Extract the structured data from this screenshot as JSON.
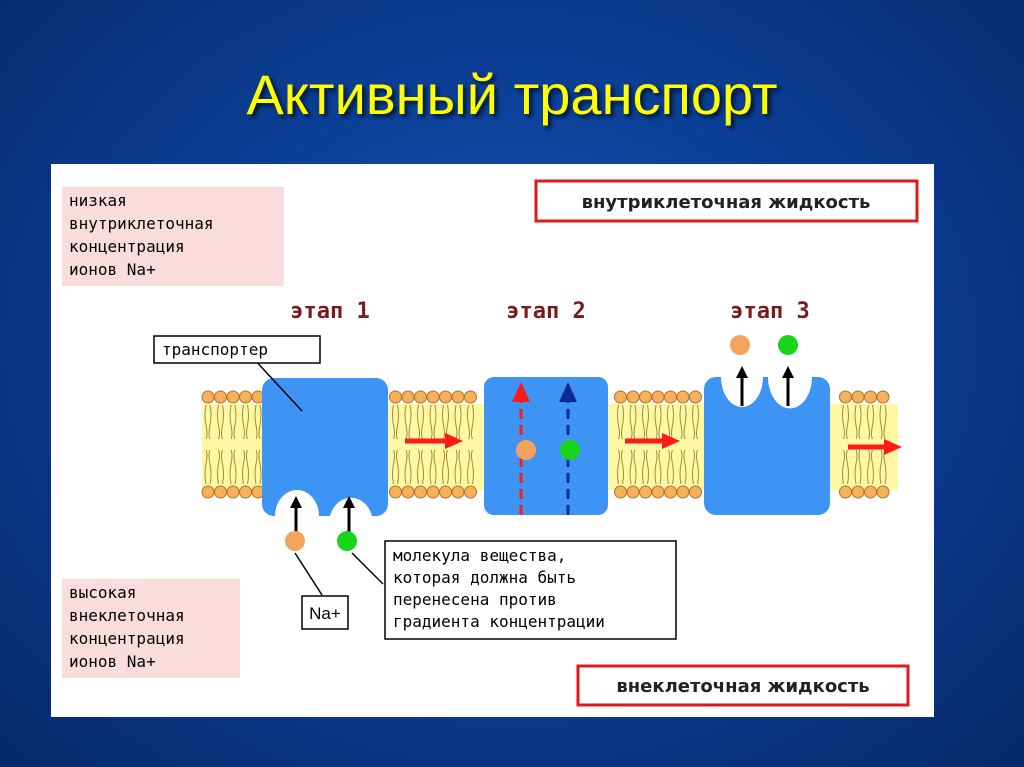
{
  "slide": {
    "title": "Активный транспорт"
  },
  "diagram": {
    "inner_fluid": "внутриклеточная жидкость",
    "outer_fluid": "внеклеточная жидкость",
    "low_conc": [
      "низкая",
      "внутриклеточная",
      "концентрация",
      "ионов Na+"
    ],
    "high_conc": [
      "высокая",
      "внеклеточная",
      "концентрация",
      "ионов Na+"
    ],
    "stages": [
      "этап 1",
      "этап 2",
      "этап 3"
    ],
    "transporter_label": "транспортер",
    "na_label": "Na+",
    "molecule_desc": [
      "молекула вещества,",
      "которая должна быть",
      "перенесена против",
      "градиента концентрации"
    ]
  },
  "colors": {
    "title": "#ffff00",
    "transporter": "#3e94f4",
    "stage_text": "#7a1a1a",
    "sodium_ion": "#f2a45e",
    "molecule": "#19d419",
    "arrow": "#ff1a1a",
    "pink_box": "#fadcdc",
    "phospholipid_head": "#f5b25a",
    "phospholipid_tail": "#fff7a3"
  }
}
